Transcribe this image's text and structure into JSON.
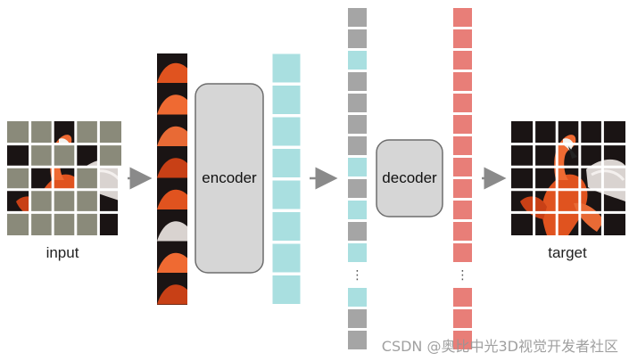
{
  "labels": {
    "input": "input",
    "encoder": "encoder",
    "decoder": "decoder",
    "target": "target",
    "ellipsis": "⋮"
  },
  "watermark": "CSDN @奥比中光3D视觉开发者社区",
  "colors": {
    "gray_patch": "#8a8a7a",
    "cyan_token": "#a9dfe0",
    "gray_token": "#a5a5a5",
    "red_token": "#e87e78",
    "block_fill": "#d6d6d6",
    "block_stroke": "#6d6d6d",
    "arrow": "#8a8a8a",
    "flamingo": "#e0531f",
    "background_dark": "#1a1414"
  },
  "input_grid": {
    "rows": 5,
    "cols": 5,
    "visible_cells": [
      [
        0,
        2
      ],
      [
        1,
        0
      ],
      [
        1,
        3
      ],
      [
        2,
        1
      ],
      [
        2,
        2
      ],
      [
        2,
        4
      ],
      [
        3,
        0
      ],
      [
        3,
        4
      ],
      [
        4,
        4
      ]
    ]
  },
  "encoder_tokens": 8,
  "decoder_sequence": [
    "gray",
    "gray",
    "cyan",
    "gray",
    "gray",
    "gray",
    "gray",
    "cyan",
    "gray",
    "cyan",
    "gray",
    "cyan",
    "ellipsis",
    "cyan",
    "gray",
    "gray"
  ],
  "target_grid": {
    "rows": 5,
    "cols": 5
  }
}
